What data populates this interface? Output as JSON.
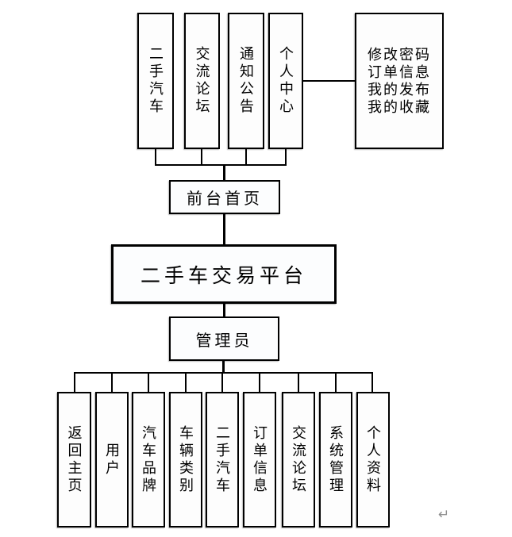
{
  "diagram": {
    "title": "二手车交易平台",
    "front_home": "前台首页",
    "admin": "管理员",
    "front_modules": [
      "二手汽车",
      "交流论坛",
      "通知公告",
      "个人中心"
    ],
    "personal_center_items": "修改密码\n订单信息\n我的发布\n我的收藏",
    "admin_modules": [
      "返回主页",
      "用户",
      "汽车品牌",
      "车辆类别",
      "二手汽车",
      "订单信息",
      "交流论坛",
      "系统管理",
      "个人资料"
    ],
    "paragraph_mark": "↵",
    "colors": {
      "line": "#000000",
      "background": "#ffffff",
      "paragraph_mark": "#8f8f8f"
    }
  }
}
